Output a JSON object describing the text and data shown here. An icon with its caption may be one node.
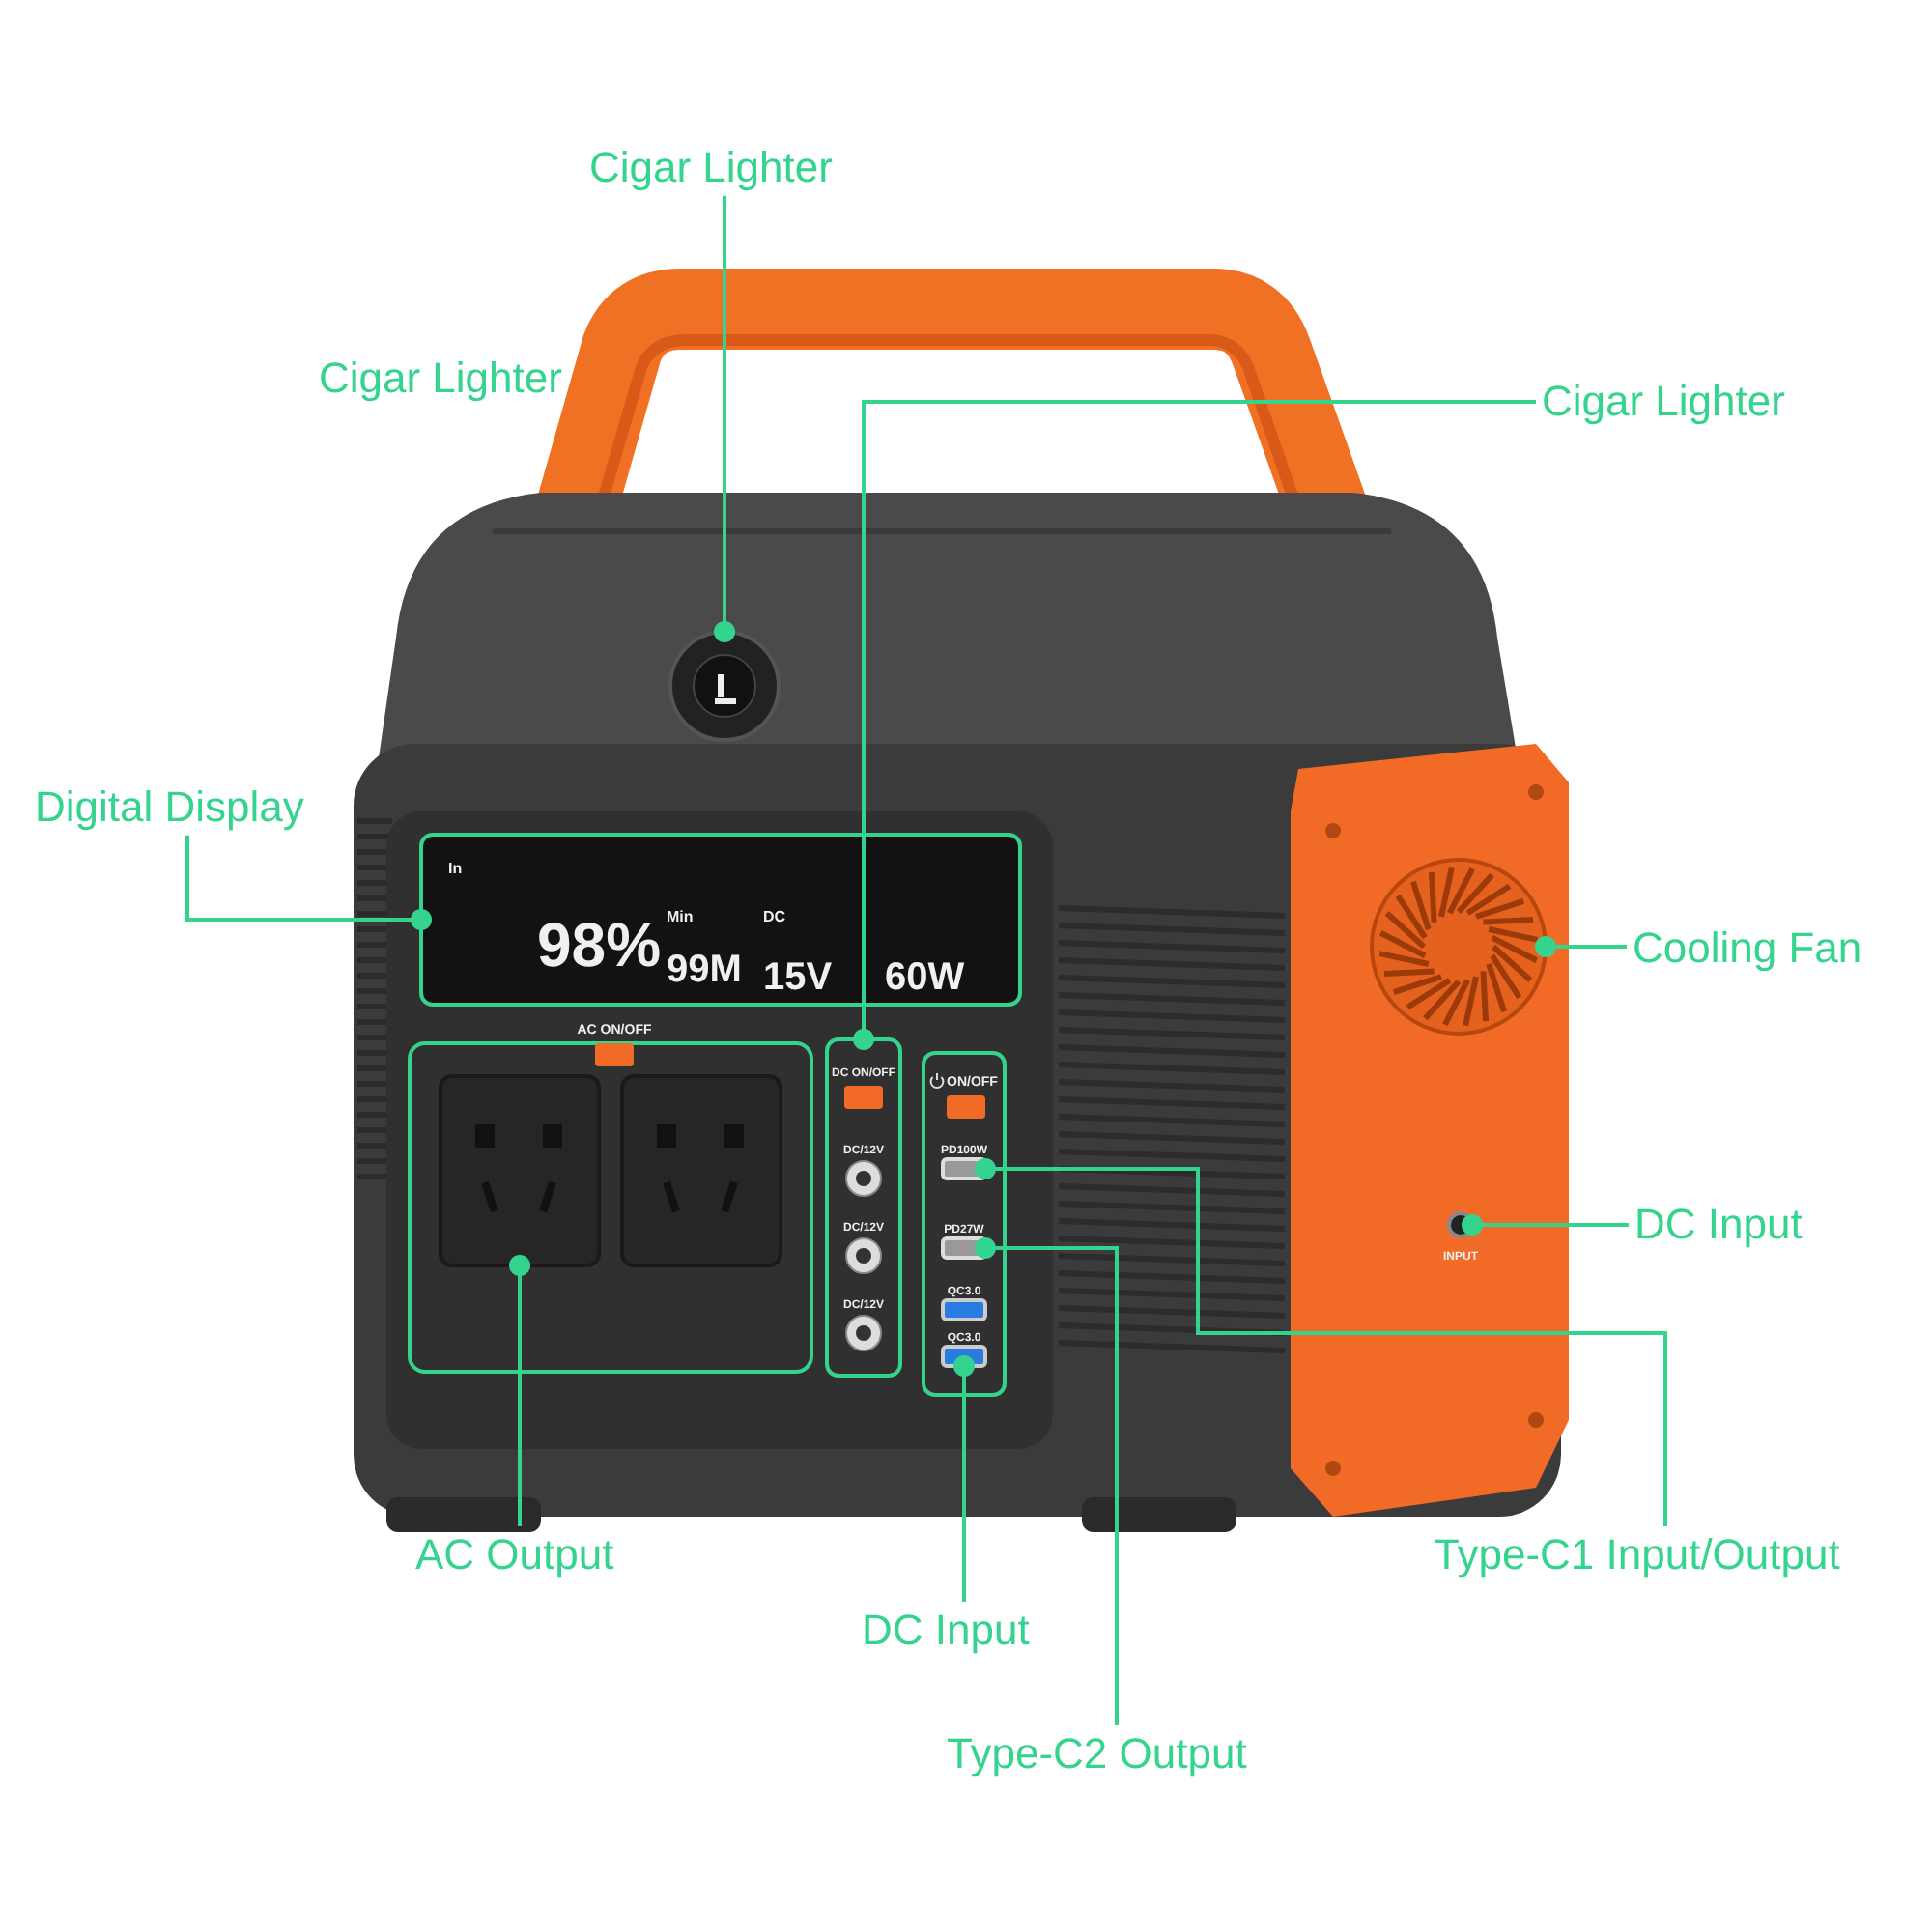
{
  "diagram": {
    "nodes": [
      {
        "text": [
          "Cigar Lighter"
        ]
      },
      {
        "text": [],
        "shape": "circle"
      },
      {
        "text": [
          "Cigar Lighter"
        ]
      },
      {
        "text": [],
        "shape": "box"
      },
      {
        "text": [
          "Digital Display"
        ]
      },
      {
        "text": [],
        "shape": "box"
      },
      {
        "text": [
          "Cooling Fan"
        ]
      },
      {
        "text": [],
        "shape": "circle"
      },
      {
        "text": [
          "DC Input"
        ]
      },
      {
        "text": [],
        "shape": "circle",
        "beside": [
          "INPUT"
        ]
      },
      {
        "text": [
          "Type-C1 Input/Output"
        ]
      },
      {
        "text": [],
        "shape": "box",
        "beside": [
          "PD100W"
        ]
      },
      {
        "text": [
          "AC Output"
        ]
      },
      {
        "text": [],
        "shape": "box"
      },
      {
        "text": [
          "DC Input"
        ]
      },
      {
        "text": [],
        "shape": "box",
        "beside": [
          "QC3.0"
        ]
      },
      {
        "text": [
          "Type-C2 Output"
        ]
      },
      {
        "text": [],
        "shape": "box",
        "beside": [
          "PD27W"
        ]
      },
      {
        "text": [],
        "shape": "box"
      },
      {
        "text": [],
        "shape": "box",
        "beside": [
          "QC3.0"
        ]
      }
    ],
    "edges": [
      {
        "from": 0,
        "to": 1,
        "arrow": "other"
      },
      {
        "from": 2,
        "to": 3,
        "arrow": "other"
      },
      {
        "from": 4,
        "to": 5,
        "arrow": "other"
      },
      {
        "from": 6,
        "to": 7,
        "arrow": "other"
      },
      {
        "from": 8,
        "to": 9,
        "arrow": "other"
      },
      {
        "from": 10,
        "to": 11,
        "arrow": "other"
      },
      {
        "from": 12,
        "to": 13,
        "arrow": "other"
      },
      {
        "from": 14,
        "to": 15,
        "arrow": "other"
      },
      {
        "from": 16,
        "to": 17,
        "arrow": "other"
      }
    ],
    "labels": [
      "Cigar Lighter",
      "In",
      "98%",
      "Min",
      "99M",
      "DC",
      "15V",
      "60W",
      "AC ON/OFF",
      "DC ON/OFF",
      "ON/OFF",
      "DC/12V",
      "DC/12V",
      "DC/12V"
    ]
  }
}
